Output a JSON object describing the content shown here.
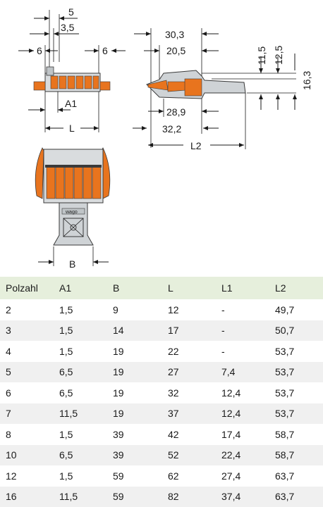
{
  "drawing": {
    "front_view": {
      "dim_5": "5",
      "dim_3_5": "3,5",
      "dim_6_left": "6",
      "dim_6_right": "6",
      "label_a1": "A1",
      "label_l": "L"
    },
    "side_view": {
      "dim_30_3": "30,3",
      "dim_20_5": "20,5",
      "dim_28_9": "28,9",
      "dim_32_2": "32,2",
      "label_l2": "L2",
      "dim_11_5": "11,5",
      "dim_12_5": "12,5",
      "dim_16_3": "16,3"
    },
    "bottom_view": {
      "label_b": "B",
      "logo_text": "wago"
    },
    "colors": {
      "orange": "#e8741e",
      "grey_body": "#cfd3d6",
      "dark": "#3a3a3a"
    }
  },
  "table": {
    "headers": [
      "Polzahl",
      "A1",
      "B",
      "L",
      "L1",
      "L2"
    ],
    "rows": [
      [
        "2",
        "1,5",
        "9",
        "12",
        "-",
        "49,7"
      ],
      [
        "3",
        "1,5",
        "14",
        "17",
        "-",
        "50,7"
      ],
      [
        "4",
        "1,5",
        "19",
        "22",
        "-",
        "53,7"
      ],
      [
        "5",
        "6,5",
        "19",
        "27",
        "7,4",
        "53,7"
      ],
      [
        "6",
        "6,5",
        "19",
        "32",
        "12,4",
        "53,7"
      ],
      [
        "7",
        "11,5",
        "19",
        "37",
        "12,4",
        "53,7"
      ],
      [
        "8",
        "1,5",
        "39",
        "42",
        "17,4",
        "58,7"
      ],
      [
        "10",
        "6,5",
        "39",
        "52",
        "22,4",
        "58,7"
      ],
      [
        "12",
        "1,5",
        "59",
        "62",
        "27,4",
        "63,7"
      ],
      [
        "16",
        "11,5",
        "59",
        "82",
        "37,4",
        "63,7"
      ]
    ]
  }
}
